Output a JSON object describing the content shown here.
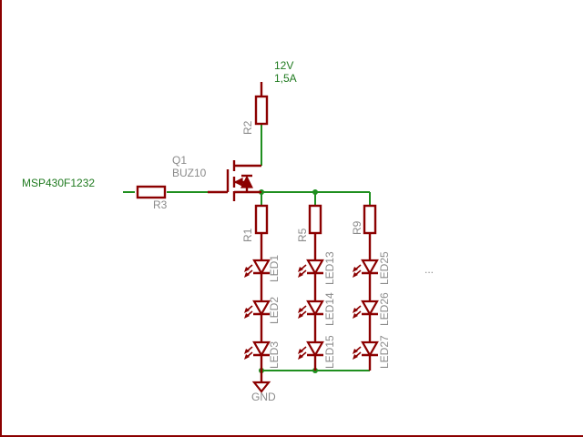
{
  "nets": {
    "supply_voltage": "12V",
    "supply_current": "1,5A",
    "input": "MSP430F1232",
    "ground": "GND"
  },
  "transistor": {
    "ref": "Q1",
    "part": "BUZ10"
  },
  "resistors": {
    "r1": "R1",
    "r2": "R2",
    "r3": "R3",
    "r5": "R5",
    "r9": "R9"
  },
  "leds": {
    "col1": [
      "LED1",
      "LED2",
      "LED3"
    ],
    "col2": [
      "LED13",
      "LED14",
      "LED15"
    ],
    "col3": [
      "LED25",
      "LED26",
      "LED27"
    ]
  },
  "ellipsis": "..."
}
